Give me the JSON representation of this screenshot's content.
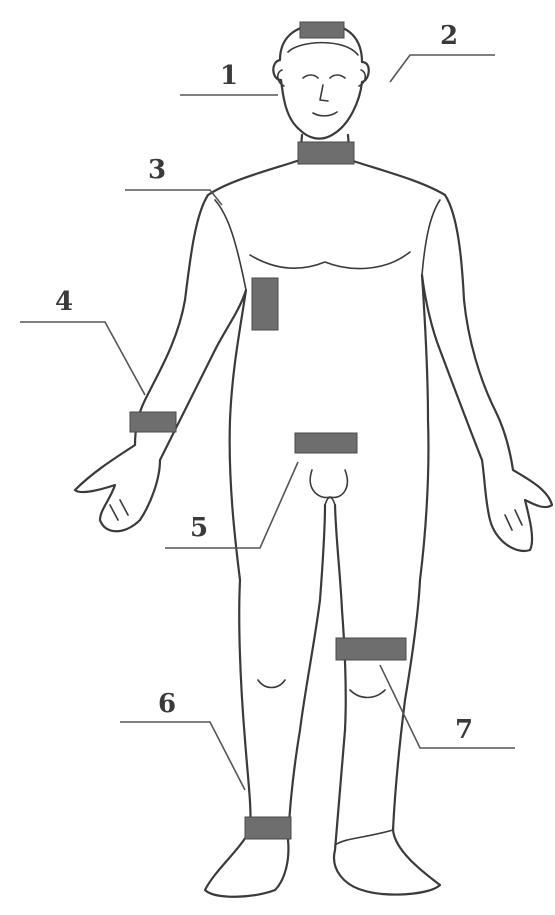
{
  "figure": {
    "labels": [
      {
        "id": 1,
        "text": "1"
      },
      {
        "id": 2,
        "text": "2"
      },
      {
        "id": 3,
        "text": "3"
      },
      {
        "id": 4,
        "text": "4"
      },
      {
        "id": 5,
        "text": "5"
      },
      {
        "id": 6,
        "text": "6"
      },
      {
        "id": 7,
        "text": "7"
      }
    ],
    "colors": {
      "outline": "#3a3a3a",
      "marker": "#6e6e6e",
      "background": "#ffffff"
    }
  }
}
